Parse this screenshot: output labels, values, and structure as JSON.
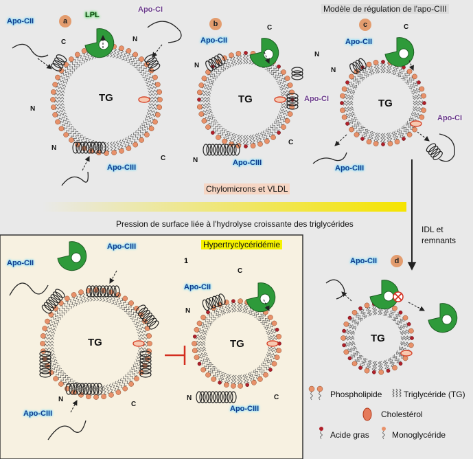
{
  "title": "Modèle de régulation de l'apo-CIII",
  "labels": {
    "apo_cii": "Apo-CII",
    "apo_ci": "Apo-CI",
    "apo_ciii": "Apo-CIII",
    "lpl": "LPL",
    "tg": "TG",
    "n": "N",
    "c": "C"
  },
  "steps": [
    "a",
    "b",
    "c",
    "d",
    "1"
  ],
  "chylo": "Chylomicrons et VLDL",
  "pressure": "Pression de surface liée à l'hydrolyse croissante des triglycérides",
  "idl": [
    "IDL et",
    "remnants"
  ],
  "hyper": "Hypertryclycéridémie",
  "legend": {
    "phospholipide": "Phospholipide",
    "triglyceride": "Triglycéride (TG)",
    "cholesterol": "Cholestérol",
    "acide_gras": "Acide gras",
    "monoglyceride": "Monoglycéride"
  },
  "colors": {
    "background": "#e9e9e9",
    "hyper_panel": "#f7f1e1",
    "head": "#e8916a",
    "lpl_green": "#2e9a3a",
    "apo_glow": "#7fdcff",
    "hyper_glow": "#f5f200",
    "fatty_acid": "#b0202a"
  }
}
